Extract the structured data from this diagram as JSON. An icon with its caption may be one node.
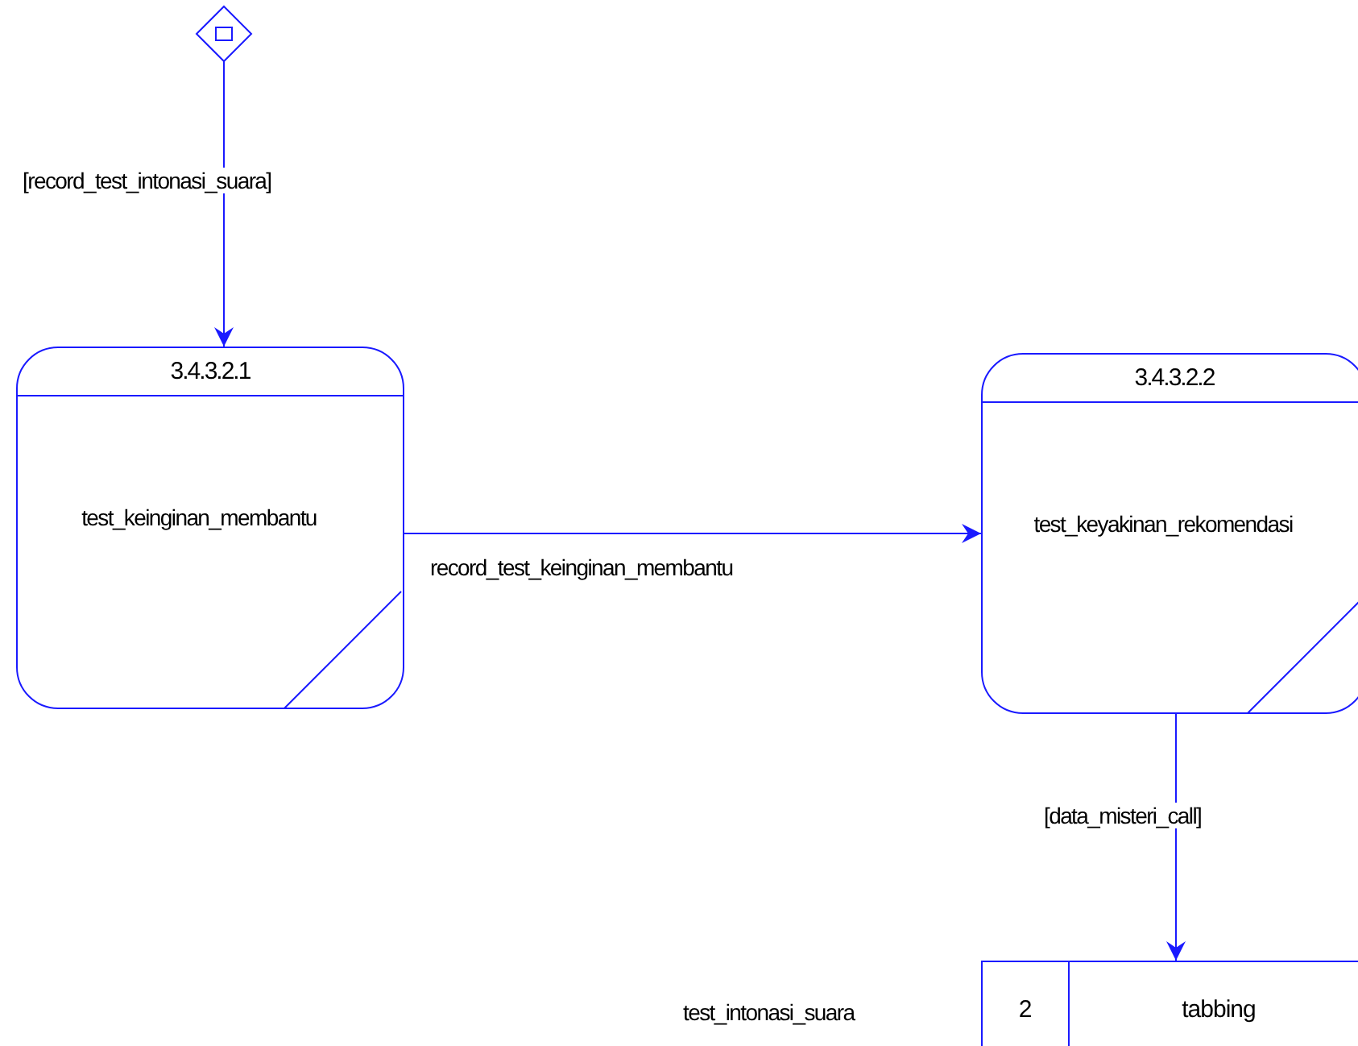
{
  "diagram": {
    "nodes": [
      {
        "text": [],
        "shape": "diamond"
      },
      {
        "text": [
          "3.4.3.2.1",
          "test_keinginan_membantu"
        ]
      },
      {
        "text": [
          "3.4.3.2.2",
          "test_keyakinan_rekomendasi"
        ]
      },
      {
        "text": [
          "2",
          "tabbing"
        ]
      }
    ],
    "edges": [
      {
        "from": 0,
        "to": 1,
        "arrow": "to",
        "label": "[record_test_intonasi_suara]"
      },
      {
        "from": 1,
        "to": 2,
        "arrow": "to",
        "label": "record_test_keinginan_membantu"
      },
      {
        "from": 2,
        "to": 3,
        "arrow": "to",
        "label": "[data_misteri_call]"
      }
    ],
    "labels": [
      "test_intonasi_suara"
    ]
  }
}
